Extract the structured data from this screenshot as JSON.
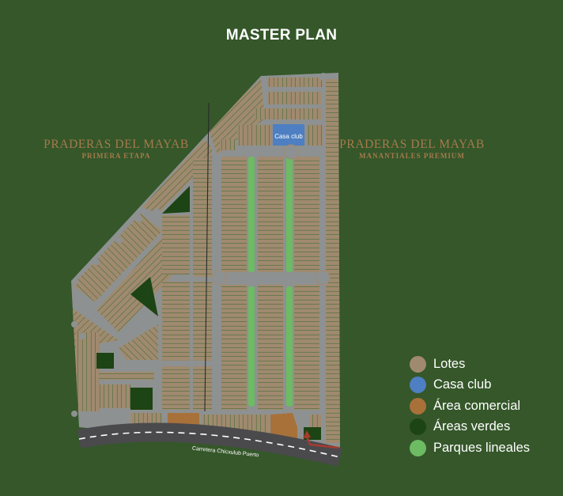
{
  "title": "MASTER PLAN",
  "left_development": {
    "name": "PRADERAS DEL MAYAB",
    "phase": "PRIMERA ETAPA"
  },
  "right_development": {
    "name": "PRADERAS DEL MAYAB",
    "phase": "MANANTIALES PREMIUM"
  },
  "map_labels": {
    "clubhouse": "Casa club",
    "road": "Carretera Chicxulub Puerto"
  },
  "legend": [
    {
      "label": "Lotes",
      "color": "#a08a6f"
    },
    {
      "label": "Casa club",
      "color": "#4d7fc2"
    },
    {
      "label": "Área comercial",
      "color": "#a87139"
    },
    {
      "label": "Áreas verdes",
      "color": "#1d4414"
    },
    {
      "label": "Parques lineales",
      "color": "#6dbb62"
    }
  ],
  "colors": {
    "background": "#35572a",
    "lots": "#a08a6f",
    "streets": "#8e9191",
    "highway": "#4a4a4d",
    "clubhouse": "#4d7fc2",
    "commercial": "#a87139",
    "green_areas": "#1d4414",
    "linear_parks": "#6dbb62",
    "lot_lines": "#3a6a30",
    "entrance_arrow": "#a83a2c"
  }
}
